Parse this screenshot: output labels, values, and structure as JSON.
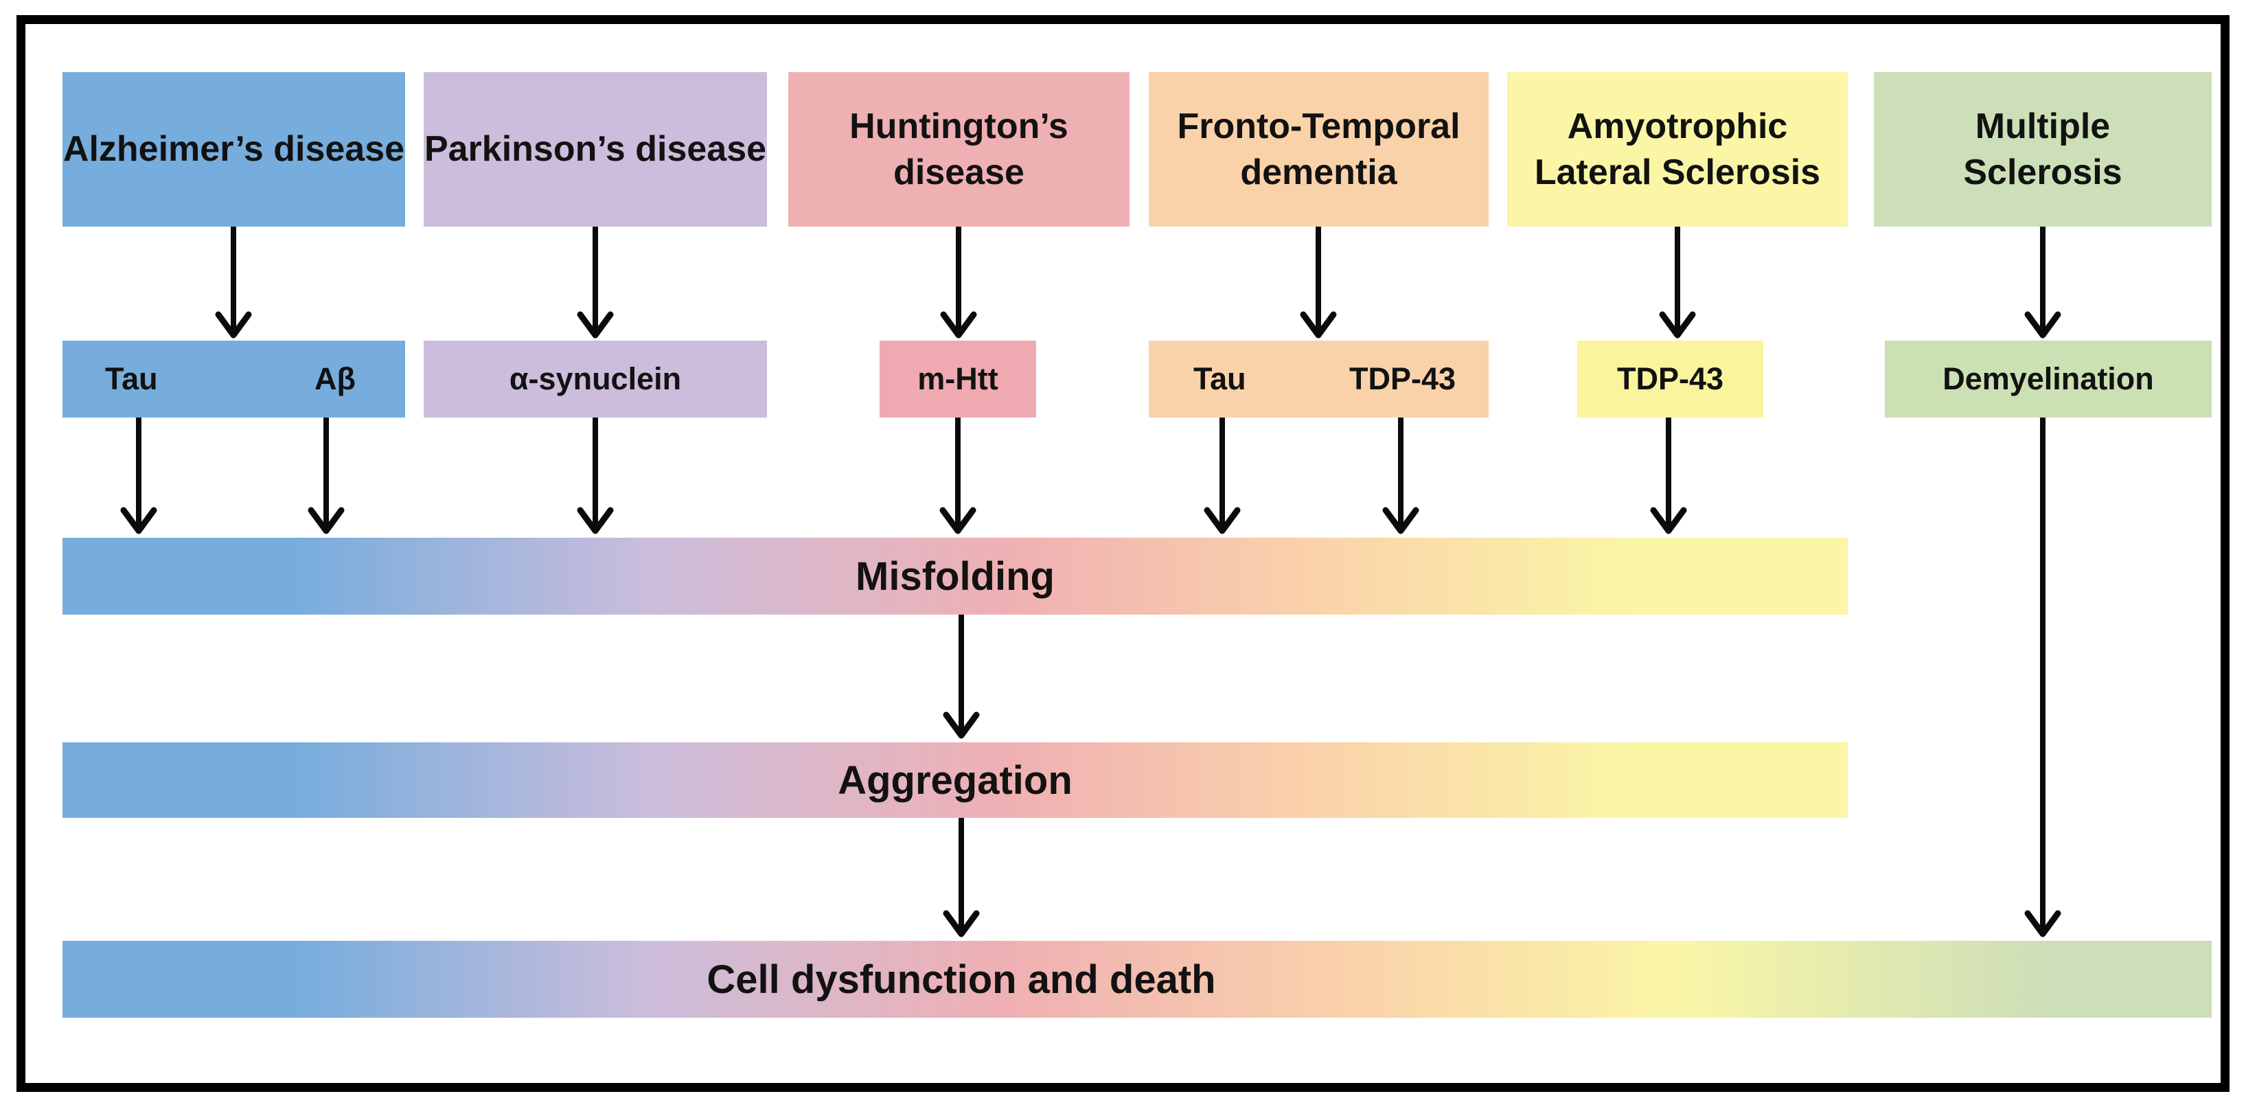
{
  "colors": {
    "frame": "#000000",
    "text": "#121212",
    "arrow": "#0b0b0b",
    "blue": "#77ADDD",
    "lavender": "#CBBDDB",
    "pink": "#EFB0B3",
    "pink2": "#EFA9B1",
    "peach": "#FAD2AA",
    "yellow": "#FAF6A6",
    "yellow2": "#FAF49E",
    "green": "#CDDFB8",
    "green2": "#CBE0B3"
  },
  "columns": [
    {
      "disease": "Alzheimer’s disease",
      "proteins": [
        "Tau",
        "Aβ"
      ]
    },
    {
      "disease": "Parkinson’s disease",
      "proteins": [
        "α-synuclein"
      ]
    },
    {
      "disease": "Huntington’s disease",
      "proteins": [
        "m-Htt"
      ]
    },
    {
      "disease": "Fronto-Temporal dementia",
      "proteins": [
        "Tau",
        "TDP-43"
      ]
    },
    {
      "disease": "Amyotrophic Lateral Sclerosis",
      "proteins": [
        "TDP-43"
      ]
    },
    {
      "disease": "Multiple Sclerosis",
      "proteins": [
        "Demyelination"
      ]
    }
  ],
  "stages": [
    {
      "label": "Misfolding"
    },
    {
      "label": "Aggregation"
    },
    {
      "label": "Cell dysfunction and death"
    }
  ]
}
